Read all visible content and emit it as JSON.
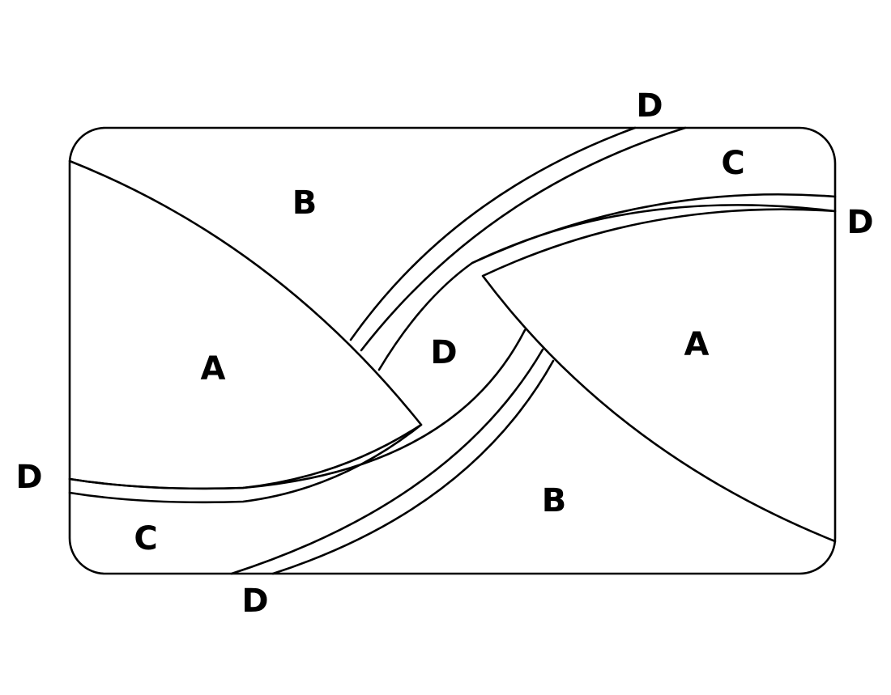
{
  "diagram": {
    "type": "quilt-block-pattern",
    "stroke_color": "#000000",
    "background": "#ffffff",
    "regions": [
      {
        "id": "A-left",
        "label": "A"
      },
      {
        "id": "A-right",
        "label": "A"
      },
      {
        "id": "B-top",
        "label": "B"
      },
      {
        "id": "B-bottom",
        "label": "B"
      },
      {
        "id": "C-top-right",
        "label": "C"
      },
      {
        "id": "C-bottom-left",
        "label": "C"
      },
      {
        "id": "D-center",
        "label": "D"
      },
      {
        "id": "D-top",
        "label": "D"
      },
      {
        "id": "D-right",
        "label": "D"
      },
      {
        "id": "D-left",
        "label": "D"
      },
      {
        "id": "D-bottom",
        "label": "D"
      }
    ]
  }
}
